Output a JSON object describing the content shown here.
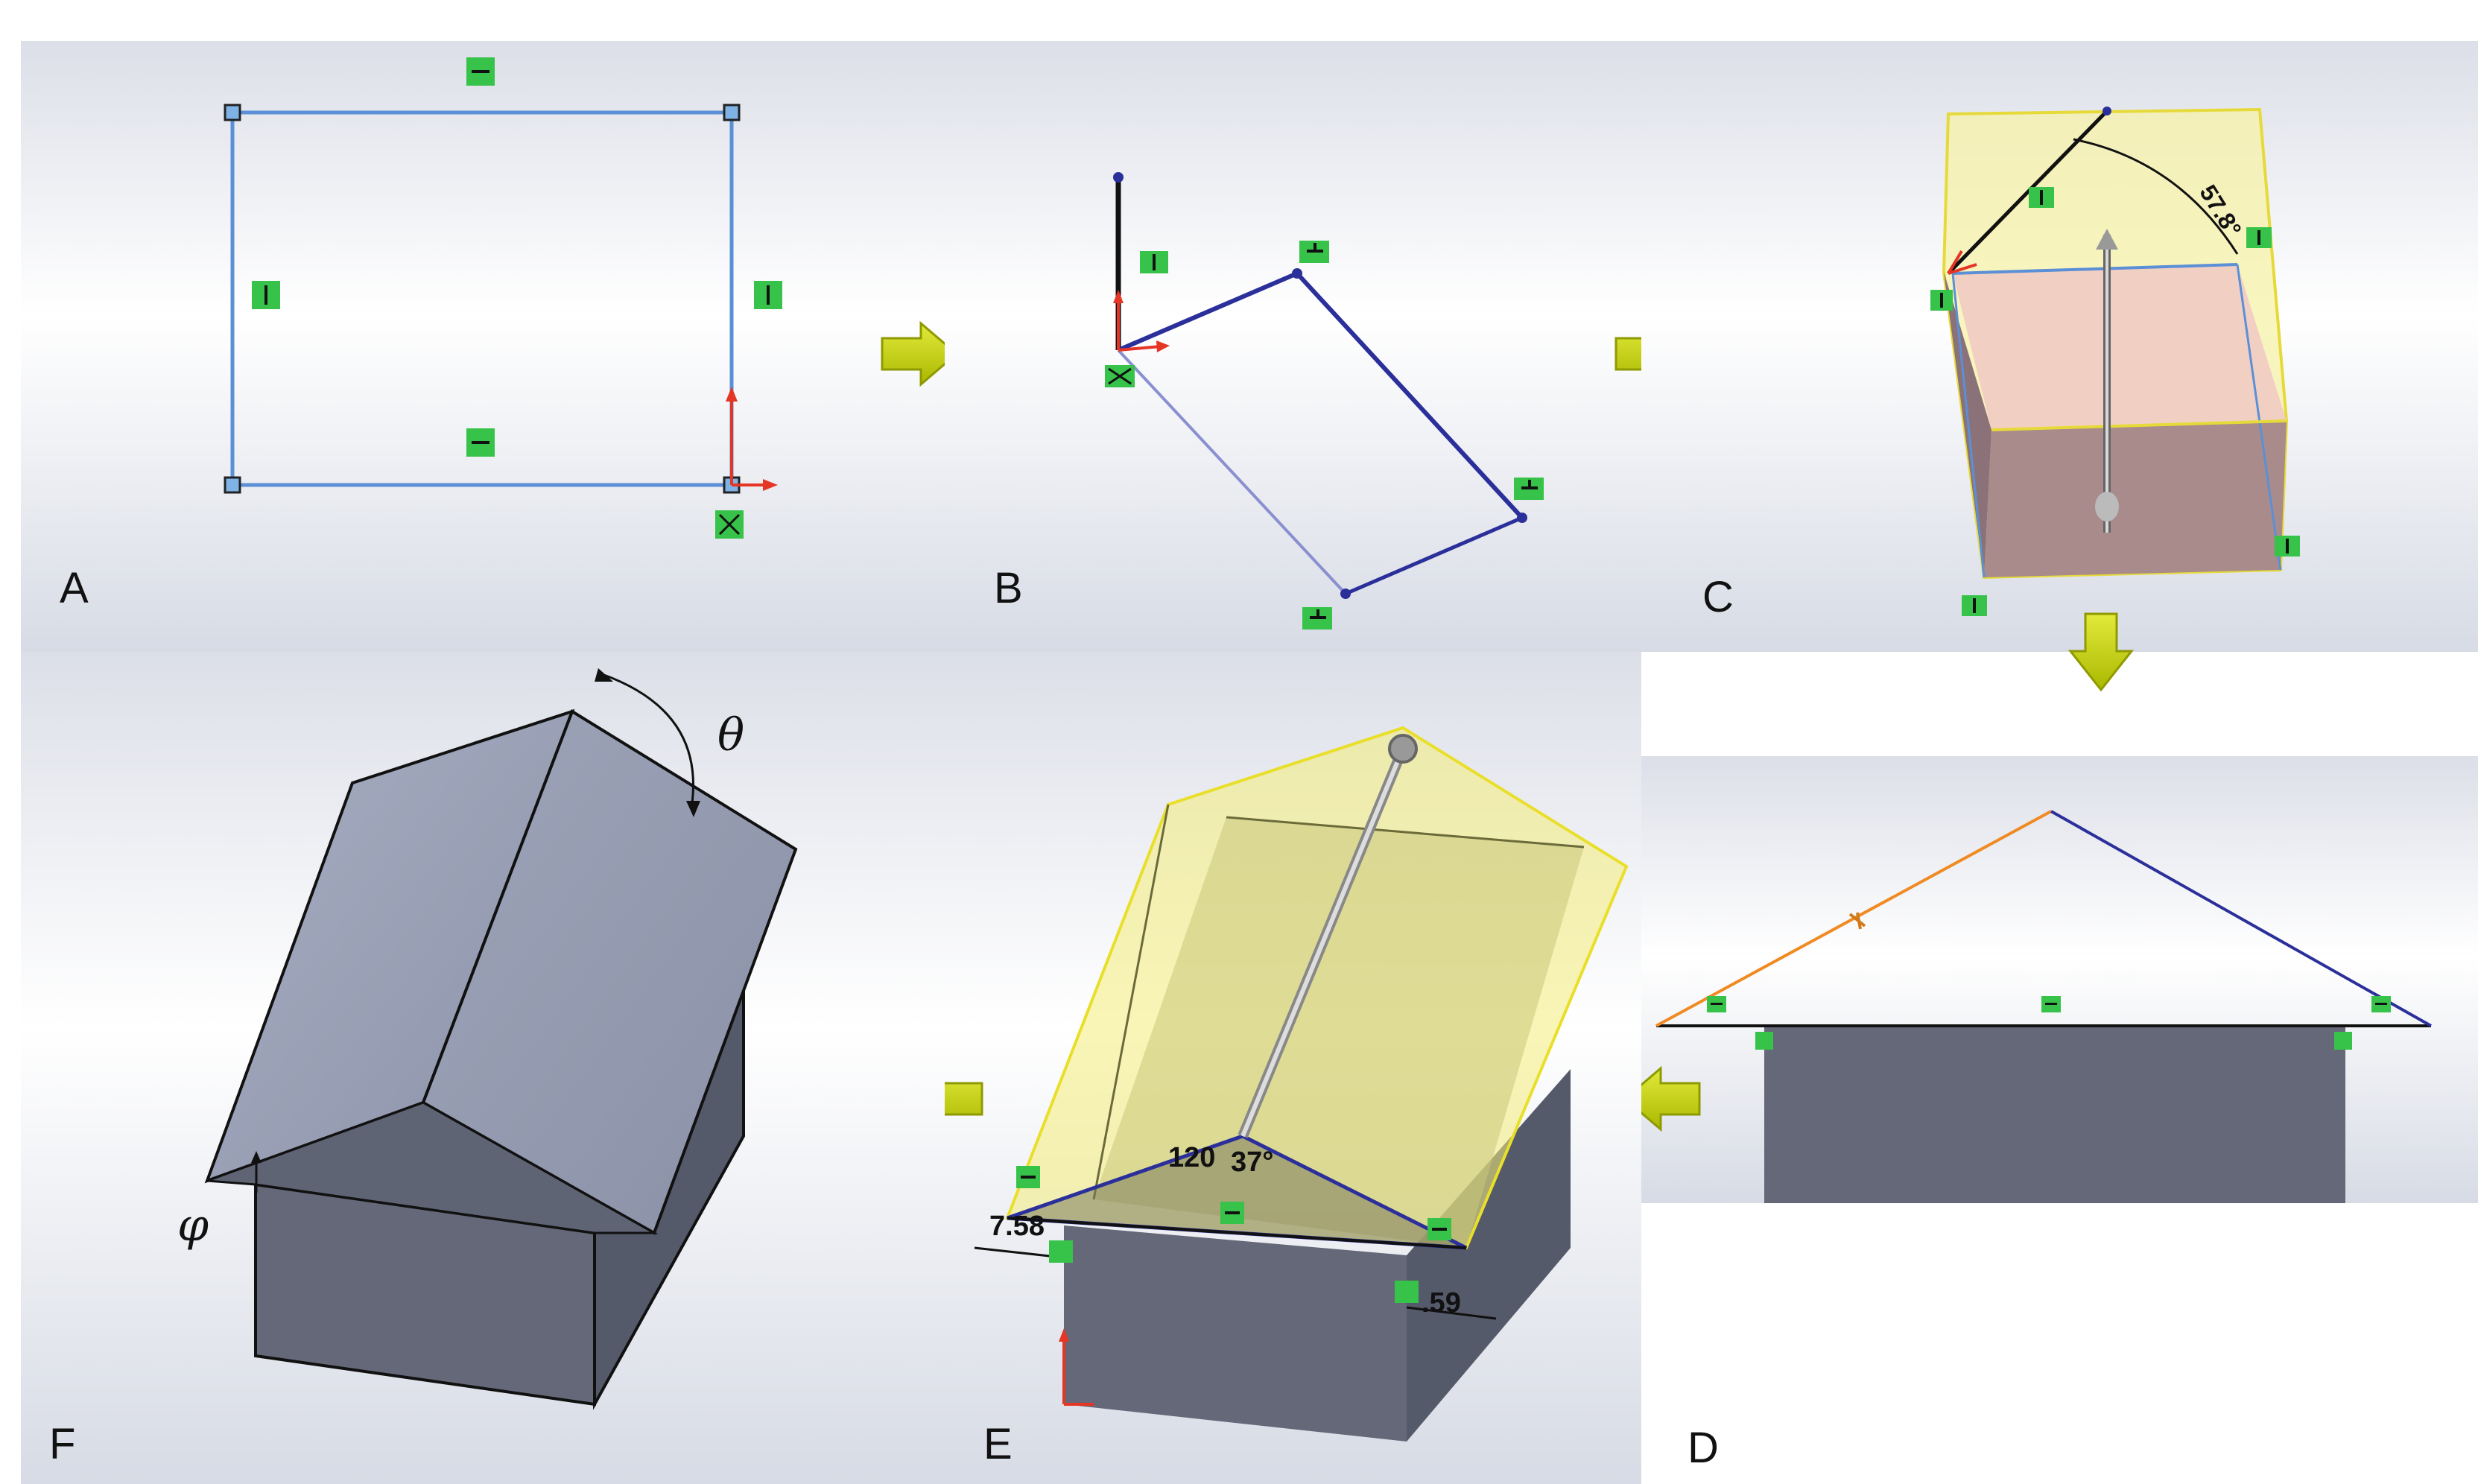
{
  "panels": {
    "A": {
      "label": "A"
    },
    "B": {
      "label": "B"
    },
    "C": {
      "label": "C",
      "dimension": "57.8°"
    },
    "D": {
      "label": "D"
    },
    "E": {
      "label": "E",
      "dims": {
        "left": "7.58",
        "right": ".59",
        "angle_a": "120",
        "angle_b": "37°"
      }
    },
    "F": {
      "label": "F",
      "theta": "θ",
      "phi": "φ"
    }
  },
  "colors": {
    "sketch_blue": "#5b8fd6",
    "dark_blue": "#2b2f9a",
    "constraint_green": "#37c24a",
    "yellow_preview": "#f4ec7a",
    "body_gray": "#646878",
    "roof_gray": "#9aa0b4",
    "flow_arrow": "#c8d400"
  }
}
